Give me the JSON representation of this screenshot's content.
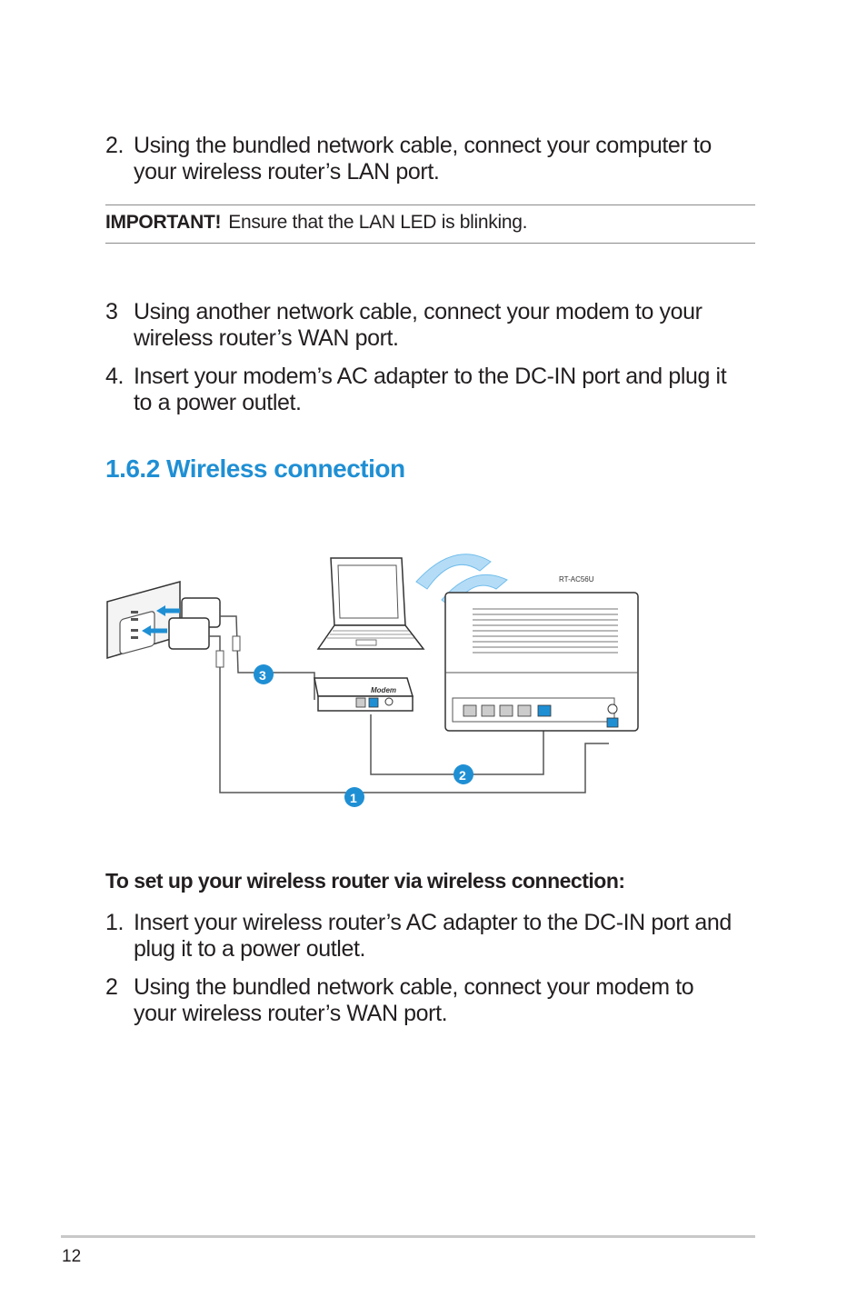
{
  "steps_top": [
    {
      "num": "2.",
      "text": "Using the bundled network cable, connect your computer to your wireless router’s LAN port."
    }
  ],
  "important": {
    "label": "IMPORTANT!",
    "text": "Ensure that the LAN LED is blinking."
  },
  "steps_mid": [
    {
      "num": "3",
      "text": "Using another network cable, connect your modem to your wireless router’s WAN port."
    },
    {
      "num": "4.",
      "text": "Insert your modem’s AC adapter to the DC-IN port and plug it to a power outlet."
    }
  ],
  "section_title": "1.6.2 Wireless connection",
  "diagram": {
    "router_model": "RT-AC56U",
    "modem_label": "Modem",
    "callouts": [
      "1",
      "2",
      "3"
    ],
    "accent_color": "#1f8fd4"
  },
  "subheading": "To set up your wireless router via wireless connection:",
  "steps_bottom": [
    {
      "num": "1.",
      "text": "Insert your wireless router’s AC adapter to the DC-IN port and plug it to a power outlet."
    },
    {
      "num": "2",
      "text": "Using the bundled network cable, connect your modem to your wireless router’s WAN port."
    }
  ],
  "page_number": "12"
}
